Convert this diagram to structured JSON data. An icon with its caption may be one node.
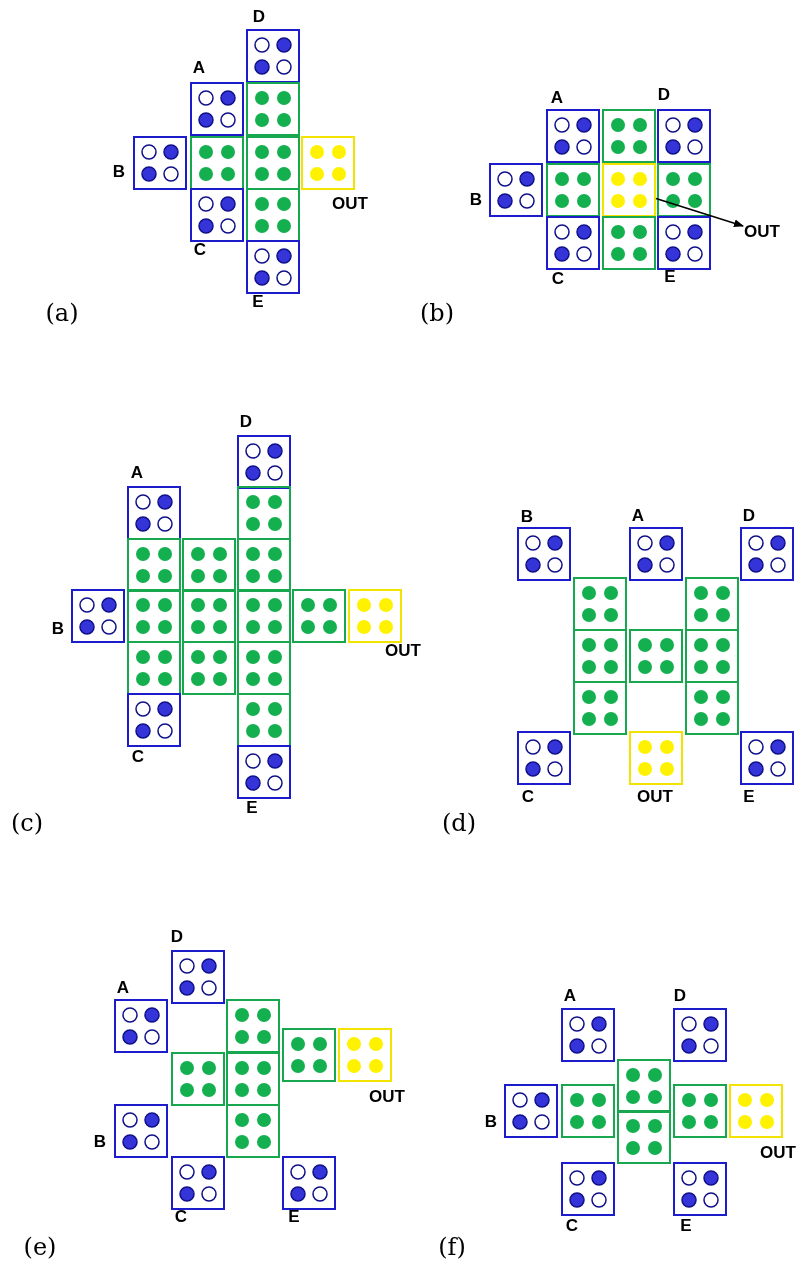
{
  "diagram": {
    "nodes": [
      {
        "text": [],
        "shape": "box"
      },
      {
        "text": [
          "OUT"
        ]
      }
    ],
    "edges": [
      {
        "from": 0,
        "to": 1,
        "arrow": "to"
      }
    ],
    "labels": [
      "D",
      "A",
      "B",
      "OUT",
      "C",
      "E",
      "(a)",
      "A",
      "D",
      "B",
      "C",
      "E",
      "(b)",
      "D",
      "A",
      "B",
      "OUT",
      "C",
      "E",
      "(c)",
      "B",
      "A",
      "D",
      "C",
      "OUT",
      "E",
      "(d)",
      "D",
      "A",
      "OUT",
      "B",
      "C",
      "E",
      "(e)",
      "A",
      "D",
      "B",
      "OUT",
      "C",
      "E",
      "(f)"
    ]
  }
}
